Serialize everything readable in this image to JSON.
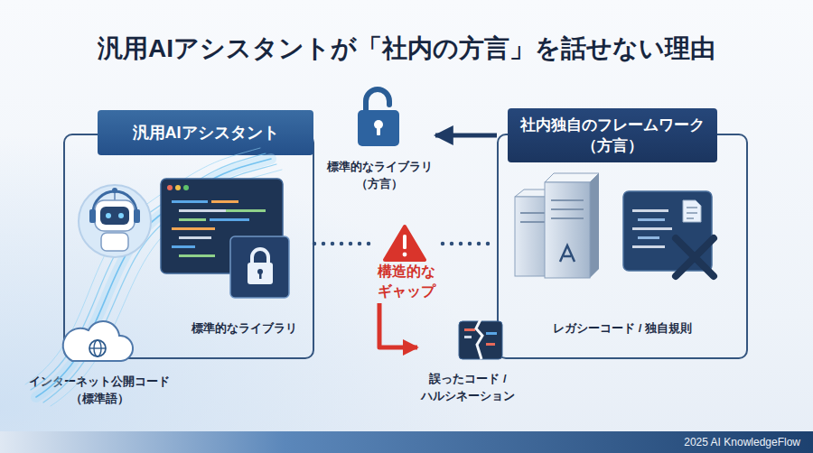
{
  "diagram": {
    "title": "汎用AIアシスタントが「社内の方言」を話せない理由",
    "nodes": [
      {
        "text": [
          "汎用AIアシスタント",
          "標準的なライブラリ"
        ]
      },
      {
        "text": [
          "インターネット公開コード （標準語）"
        ]
      },
      {
        "text": [
          "社内独自のフレームワーク （方言）",
          "レガシーコード / 独自規則"
        ]
      },
      {
        "text": [
          "標準的なライブラリ （方言）"
        ]
      },
      {
        "text": [
          "構造的な ギャップ"
        ]
      },
      {
        "text": [
          "誤ったコード / ハルシネーション"
        ]
      }
    ],
    "edges": [
      {
        "from": 2,
        "to": 3,
        "arrow": "to"
      },
      {
        "from": 0,
        "to": 4,
        "arrow": "none"
      },
      {
        "from": 4,
        "to": 2,
        "arrow": "none"
      },
      {
        "from": 4,
        "to": 5,
        "arrow": "to"
      }
    ],
    "labels": [
      "2025 AI KnowledgeFlow"
    ]
  }
}
